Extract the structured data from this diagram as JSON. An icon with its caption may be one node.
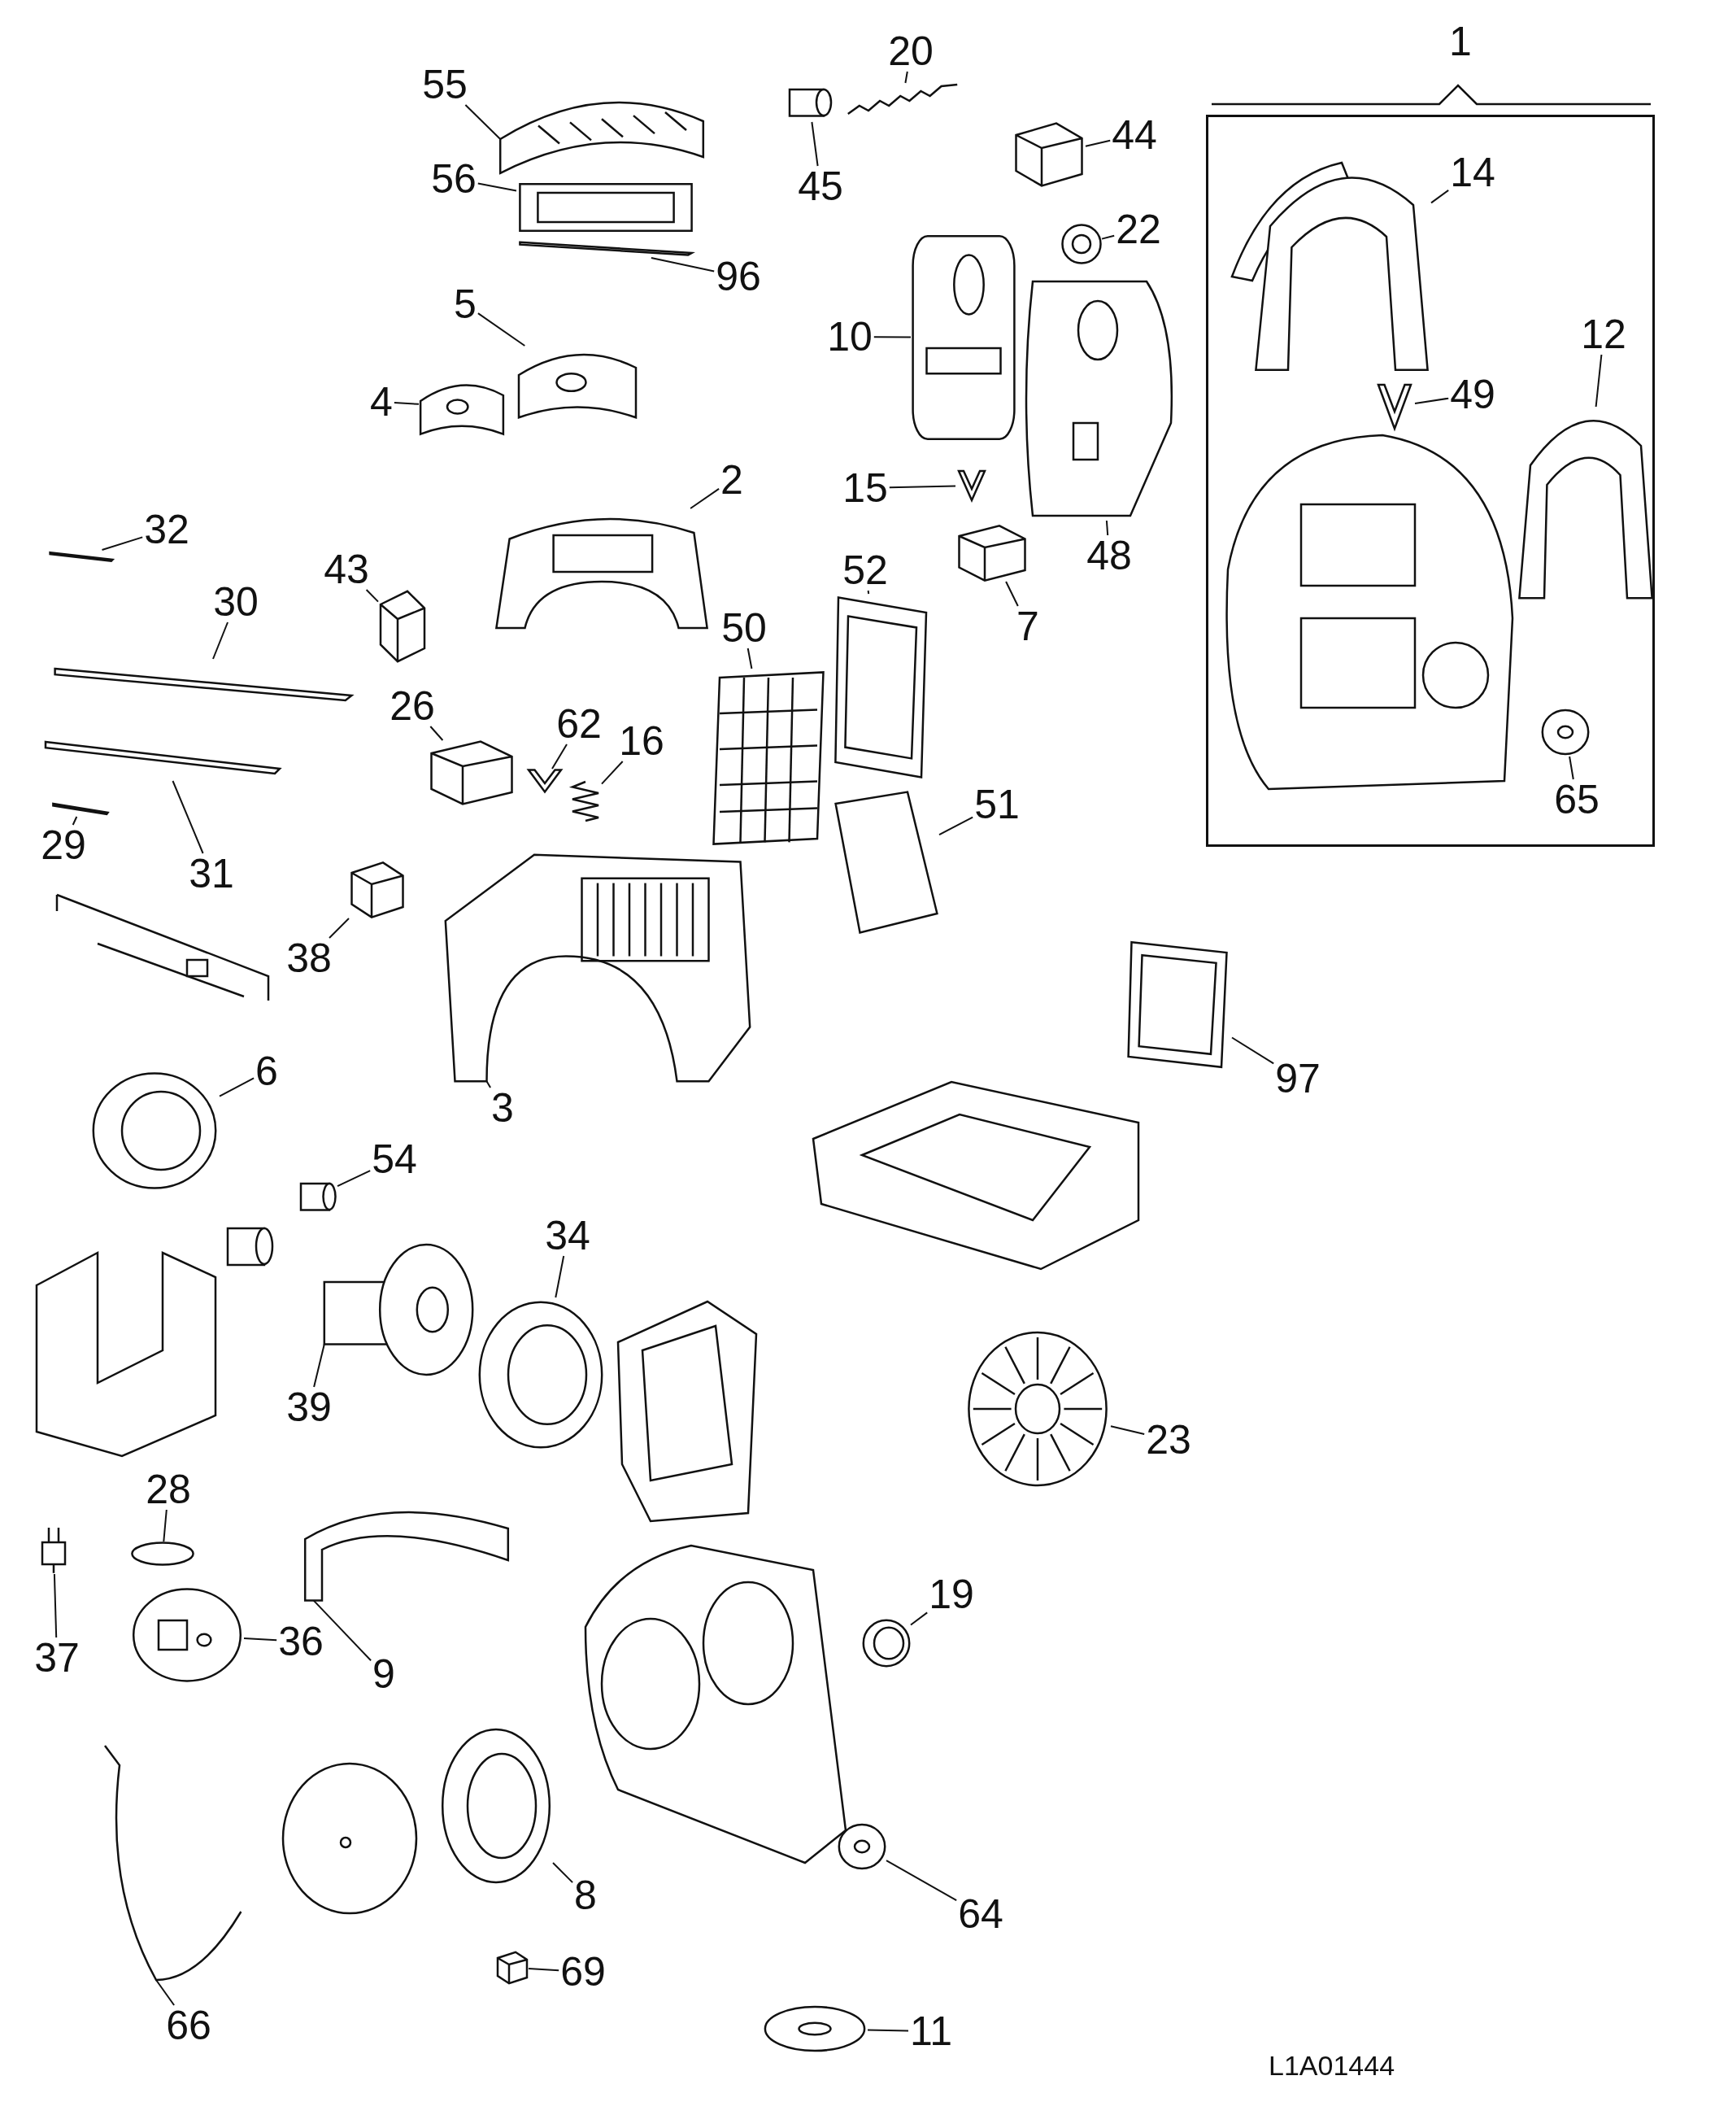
{
  "diagram": {
    "nodes": [
      {
        "text": [
          "55"
        ]
      },
      {
        "text": [],
        "shape": "picture"
      },
      {
        "text": [
          "20"
        ]
      },
      {
        "text": [],
        "shape": "picture"
      },
      {
        "text": [
          "1"
        ]
      },
      {
        "text": [
          "14"
        ],
        "in": 4
      },
      {
        "text": [],
        "shape": "picture",
        "in": 4
      },
      {
        "text": [
          "44"
        ]
      },
      {
        "text": [],
        "shape": "picture"
      },
      {
        "text": [
          "56"
        ]
      },
      {
        "text": [],
        "shape": "picture"
      },
      {
        "text": [
          "45"
        ]
      },
      {
        "text": [],
        "shape": "cylinder"
      },
      {
        "text": [
          "22"
        ]
      },
      {
        "text": [],
        "shape": "picture"
      },
      {
        "text": [
          "96"
        ]
      },
      {
        "text": [],
        "shape": "bar"
      },
      {
        "text": [
          "5"
        ]
      },
      {
        "text": [],
        "shape": "picture"
      },
      {
        "text": [
          "10"
        ]
      },
      {
        "text": [],
        "shape": "picture"
      },
      {
        "text": [
          "12"
        ],
        "in": 4
      },
      {
        "text": [],
        "shape": "picture",
        "in": 4
      },
      {
        "text": [
          "49"
        ],
        "in": 4
      },
      {
        "text": [],
        "shape": "picture",
        "in": 4
      },
      {
        "text": [
          "4"
        ]
      },
      {
        "text": [],
        "shape": "picture"
      },
      {
        "text": [
          "15"
        ]
      },
      {
        "text": [],
        "shape": "picture"
      },
      {
        "text": [
          "2"
        ]
      },
      {
        "text": [],
        "shape": "picture"
      },
      {
        "text": [
          "32"
        ]
      },
      {
        "text": [],
        "shape": "bar"
      },
      {
        "text": [
          "48"
        ]
      },
      {
        "text": [],
        "shape": "picture"
      },
      {
        "text": [
          "7"
        ]
      },
      {
        "text": [],
        "shape": "picture"
      },
      {
        "text": [
          "52"
        ]
      },
      {
        "text": [],
        "shape": "picture"
      },
      {
        "text": [
          "43"
        ]
      },
      {
        "text": [],
        "shape": "picture"
      },
      {
        "text": [
          "30"
        ]
      },
      {
        "text": [],
        "shape": "bar"
      },
      {
        "text": [
          "50"
        ]
      },
      {
        "text": [],
        "shape": "picture"
      },
      {
        "text": [
          "26"
        ]
      },
      {
        "text": [],
        "shape": "picture"
      },
      {
        "text": [
          "62"
        ]
      },
      {
        "text": [],
        "shape": "picture"
      },
      {
        "text": [
          "16"
        ]
      },
      {
        "text": [],
        "shape": "picture"
      },
      {
        "text": [
          "65"
        ],
        "in": 4
      },
      {
        "text": [],
        "shape": "picture",
        "in": 4
      },
      {
        "text": [
          "51"
        ]
      },
      {
        "text": [],
        "shape": "picture"
      },
      {
        "text": [
          "29"
        ]
      },
      {
        "text": [],
        "shape": "bar"
      },
      {
        "text": [
          "31"
        ]
      },
      {
        "text": [],
        "shape": "bar"
      },
      {
        "text": [
          "38"
        ]
      },
      {
        "text": [],
        "shape": "picture"
      },
      {
        "text": [
          "6"
        ]
      },
      {
        "text": [],
        "shape": "picture"
      },
      {
        "text": [
          "97"
        ]
      },
      {
        "text": [],
        "shape": "picture"
      },
      {
        "text": [
          "3"
        ]
      },
      {
        "text": [],
        "shape": "picture"
      },
      {
        "text": [
          "54"
        ]
      },
      {
        "text": [],
        "shape": "cylinder"
      },
      {
        "text": [
          "34"
        ]
      },
      {
        "text": [],
        "shape": "picture"
      },
      {
        "text": [
          "39"
        ]
      },
      {
        "text": [],
        "shape": "picture"
      },
      {
        "text": [
          "23"
        ]
      },
      {
        "text": [],
        "shape": "picture"
      },
      {
        "text": [
          "28"
        ]
      },
      {
        "text": [],
        "shape": "circle"
      },
      {
        "text": [
          "19"
        ]
      },
      {
        "text": [],
        "shape": "picture"
      },
      {
        "text": [
          "36"
        ]
      },
      {
        "text": [],
        "shape": "picture"
      },
      {
        "text": [
          "37"
        ]
      },
      {
        "text": [],
        "shape": "picture"
      },
      {
        "text": [
          "9"
        ]
      },
      {
        "text": [],
        "shape": "picture"
      },
      {
        "text": [
          "8"
        ]
      },
      {
        "text": [],
        "shape": "picture"
      },
      {
        "text": [
          "64"
        ]
      },
      {
        "text": [],
        "shape": "picture"
      },
      {
        "text": [
          "69"
        ]
      },
      {
        "text": [],
        "shape": "picture"
      },
      {
        "text": [
          "66"
        ]
      },
      {
        "text": [],
        "shape": "picture"
      },
      {
        "text": [
          "11"
        ]
      },
      {
        "text": [],
        "shape": "picture"
      }
    ],
    "edges": [
      {
        "from": 0,
        "to": 1,
        "arrow": "none"
      },
      {
        "from": 2,
        "to": 3,
        "arrow": "none"
      },
      {
        "from": 5,
        "to": 6,
        "arrow": "none"
      },
      {
        "from": 7,
        "to": 8,
        "arrow": "none"
      },
      {
        "from": 9,
        "to": 10,
        "arrow": "none"
      },
      {
        "from": 11,
        "to": 12,
        "arrow": "none"
      },
      {
        "from": 13,
        "to": 14,
        "arrow": "none"
      },
      {
        "from": 15,
        "to": 16,
        "arrow": "none"
      },
      {
        "from": 17,
        "to": 18,
        "arrow": "none"
      },
      {
        "from": 19,
        "to": 20,
        "arrow": "none"
      },
      {
        "from": 21,
        "to": 22,
        "arrow": "none"
      },
      {
        "from": 23,
        "to": 24,
        "arrow": "none"
      },
      {
        "from": 25,
        "to": 26,
        "arrow": "none"
      },
      {
        "from": 27,
        "to": 28,
        "arrow": "none"
      },
      {
        "from": 29,
        "to": 30,
        "arrow": "none"
      },
      {
        "from": 31,
        "to": 32,
        "arrow": "none"
      },
      {
        "from": 33,
        "to": 34,
        "arrow": "none"
      },
      {
        "from": 35,
        "to": 36,
        "arrow": "none"
      },
      {
        "from": 37,
        "to": 38,
        "arrow": "none"
      },
      {
        "from": 39,
        "to": 40,
        "arrow": "none"
      },
      {
        "from": 41,
        "to": 42,
        "arrow": "none"
      },
      {
        "from": 43,
        "to": 44,
        "arrow": "none"
      },
      {
        "from": 45,
        "to": 46,
        "arrow": "none"
      },
      {
        "from": 47,
        "to": 48,
        "arrow": "none"
      },
      {
        "from": 49,
        "to": 50,
        "arrow": "none"
      },
      {
        "from": 51,
        "to": 52,
        "arrow": "none"
      },
      {
        "from": 53,
        "to": 54,
        "arrow": "none"
      },
      {
        "from": 55,
        "to": 56,
        "arrow": "none"
      },
      {
        "from": 57,
        "to": 58,
        "arrow": "none"
      },
      {
        "from": 59,
        "to": 60,
        "arrow": "none"
      },
      {
        "from": 61,
        "to": 62,
        "arrow": "none"
      },
      {
        "from": 63,
        "to": 64,
        "arrow": "none"
      },
      {
        "from": 65,
        "to": 66,
        "arrow": "none"
      },
      {
        "from": 67,
        "to": 68,
        "arrow": "none"
      },
      {
        "from": 69,
        "to": 70,
        "arrow": "none"
      },
      {
        "from": 71,
        "to": 72,
        "arrow": "none"
      },
      {
        "from": 73,
        "to": 74,
        "arrow": "none"
      },
      {
        "from": 75,
        "to": 76,
        "arrow": "none"
      },
      {
        "from": 77,
        "to": 78,
        "arrow": "none"
      },
      {
        "from": 79,
        "to": 80,
        "arrow": "none"
      },
      {
        "from": 81,
        "to": 82,
        "arrow": "none"
      },
      {
        "from": 83,
        "to": 84,
        "arrow": "none"
      },
      {
        "from": 85,
        "to": 86,
        "arrow": "none"
      },
      {
        "from": 87,
        "to": 88,
        "arrow": "none"
      },
      {
        "from": 89,
        "to": 90,
        "arrow": "none"
      },
      {
        "from": 91,
        "to": 92,
        "arrow": "none"
      },
      {
        "from": 93,
        "to": 94,
        "arrow": "none"
      }
    ],
    "labels": [
      "L1A01444"
    ]
  }
}
